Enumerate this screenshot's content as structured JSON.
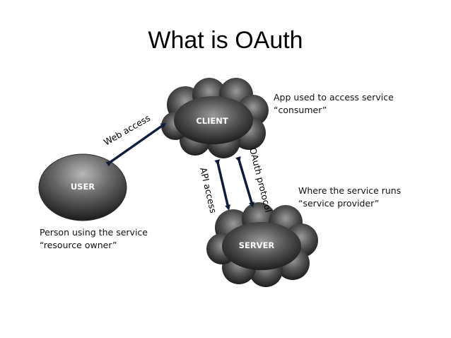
{
  "title": "What is OAuth",
  "nodes": {
    "client": {
      "label": "CLIENT",
      "note_line1": "App used to access service",
      "note_line2": "“consumer”"
    },
    "user": {
      "label": "USER",
      "note_line1": "Person using the service",
      "note_line2": "“resource owner”"
    },
    "server": {
      "label": "SERVER",
      "note_line1": "Where the service runs",
      "note_line2": "“service provider”"
    }
  },
  "edges": {
    "web_access": "Web access",
    "api_access": "API access",
    "oauth_protocol": "OAuth protocol"
  }
}
